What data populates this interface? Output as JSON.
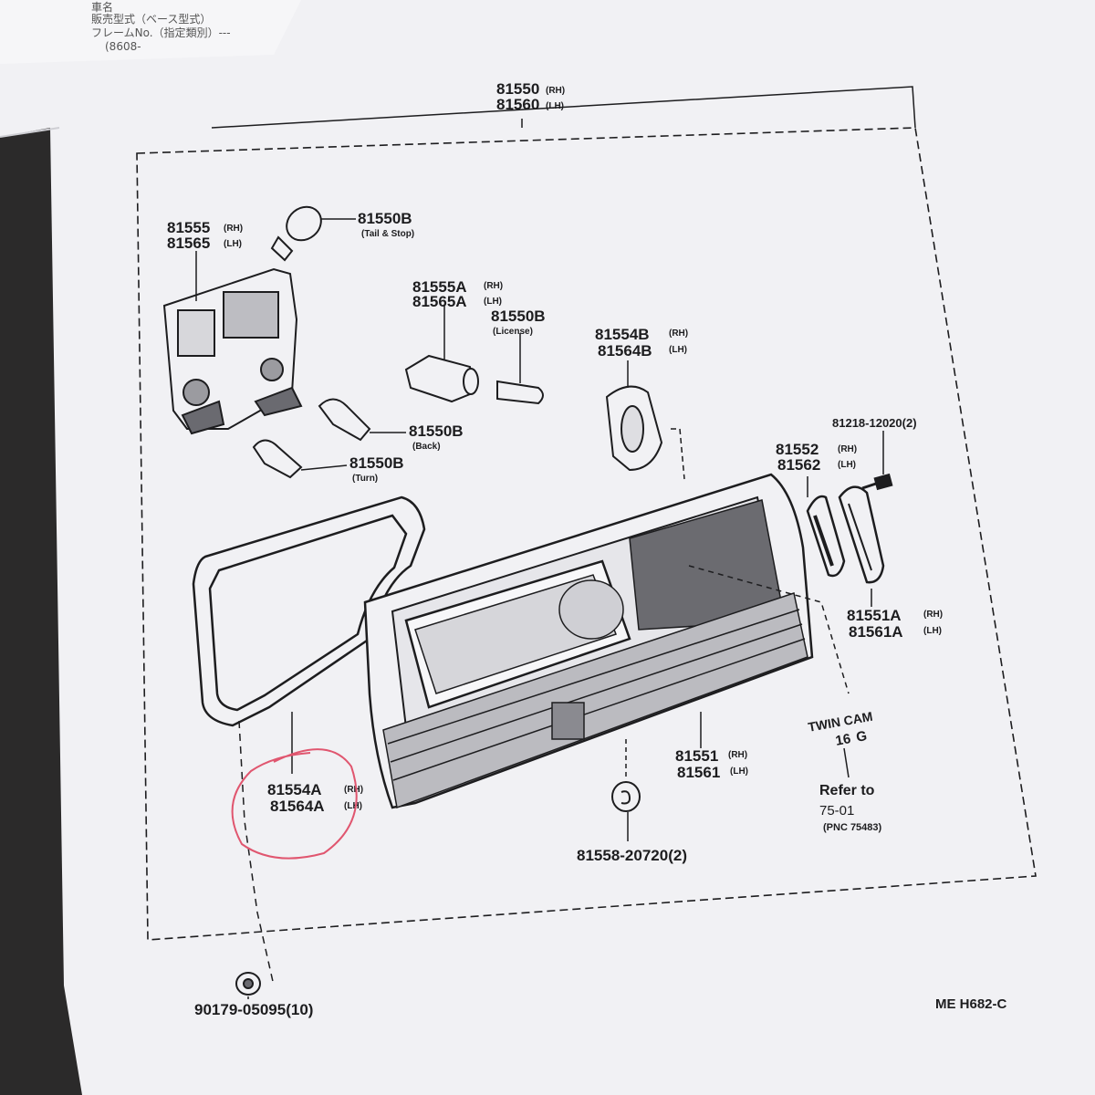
{
  "header": {
    "line1": "車名",
    "line2": "販売型式（ベース型式）",
    "line3": "フレームNo.（指定類別）---",
    "line4": "(8608-"
  },
  "assembly": {
    "rh": "81550",
    "rh_side": "(RH)",
    "lh": "81560",
    "lh_side": "(LH)"
  },
  "parts": {
    "p81555": {
      "rh": "81555",
      "rh_side": "(RH)",
      "lh": "81565",
      "lh_side": "(LH)"
    },
    "p81550B_tail": {
      "num": "81550B",
      "desc": "(Tail & Stop)"
    },
    "p81555A": {
      "rh": "81555A",
      "rh_side": "(RH)",
      "lh": "81565A",
      "lh_side": "(LH)"
    },
    "p81550B_license": {
      "num": "81550B",
      "desc": "(License)"
    },
    "p81554B": {
      "rh": "81554B",
      "rh_side": "(RH)",
      "lh": "81564B",
      "lh_side": "(LH)"
    },
    "p81550B_back": {
      "num": "81550B",
      "desc": "(Back)"
    },
    "p81550B_turn": {
      "num": "81550B",
      "desc": "(Turn)"
    },
    "p81218": {
      "num": "81218-12020(2)"
    },
    "p81552": {
      "rh": "81552",
      "rh_side": "(RH)",
      "lh": "81562",
      "lh_side": "(LH)"
    },
    "p81551A": {
      "rh": "81551A",
      "rh_side": "(RH)",
      "lh": "81561A",
      "lh_side": "(LH)"
    },
    "p81554A": {
      "rh": "81554A",
      "rh_side": "(RH)",
      "lh": "81564A",
      "lh_side": "(LH)"
    },
    "p81551": {
      "rh": "81551",
      "rh_side": "(RH)",
      "lh": "81561",
      "lh_side": "(LH)"
    },
    "p81558": {
      "num": "81558-20720(2)"
    },
    "p90179": {
      "num": "90179-05095(10)"
    }
  },
  "badge": {
    "line1": "TWIN CAM",
    "line2": "16",
    "line3": "G"
  },
  "refer": {
    "line1": "Refer to",
    "line2": "75-01",
    "line3": "(PNC 75483)"
  },
  "figure_code": "ME  H682-C",
  "colors": {
    "paper": "#f1f1f4",
    "ink": "#1d1d1f",
    "circle": "#e0566f",
    "background": "#2b2a2a"
  }
}
